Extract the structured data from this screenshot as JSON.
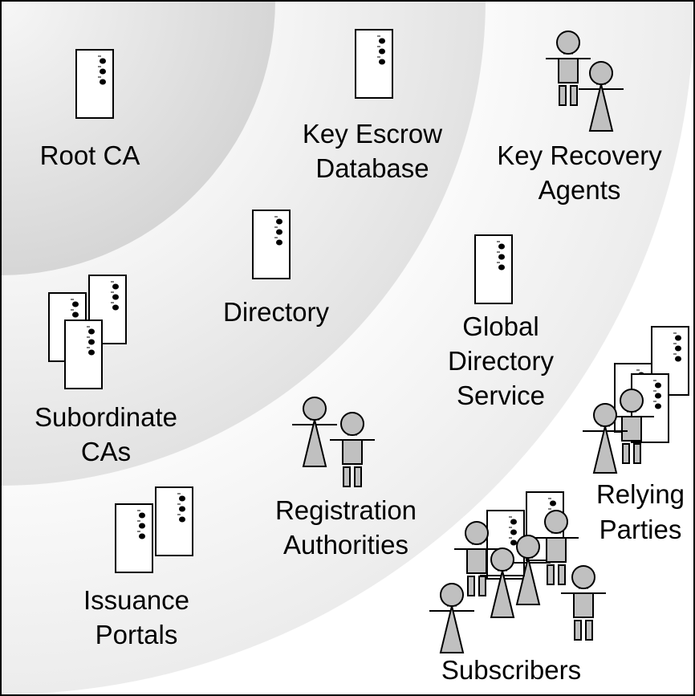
{
  "labels": {
    "root_ca": "Root CA",
    "key_escrow_line1": "Key Escrow",
    "key_escrow_line2": "Database",
    "key_recovery_line1": "Key Recovery",
    "key_recovery_line2": "Agents",
    "directory": "Directory",
    "global_dir_line1": "Global",
    "global_dir_line2": "Directory",
    "global_dir_line3": "Service",
    "subordinate_line1": "Subordinate",
    "subordinate_line2": "CAs",
    "registration_line1": "Registration",
    "registration_line2": "Authorities",
    "relying_line1": "Relying",
    "relying_line2": "Parties",
    "issuance_line1": "Issuance",
    "issuance_line2": "Portals",
    "subscribers": "Subscribers"
  },
  "colors": {
    "band_inner": "#dcdcdc",
    "band_2": "#e8e8e8",
    "band_3": "#f2f2f2",
    "band_outer": "#ffffff",
    "figure_fill": "#c0c0c0",
    "server_fill": "#ffffff",
    "stroke": "#000000"
  }
}
